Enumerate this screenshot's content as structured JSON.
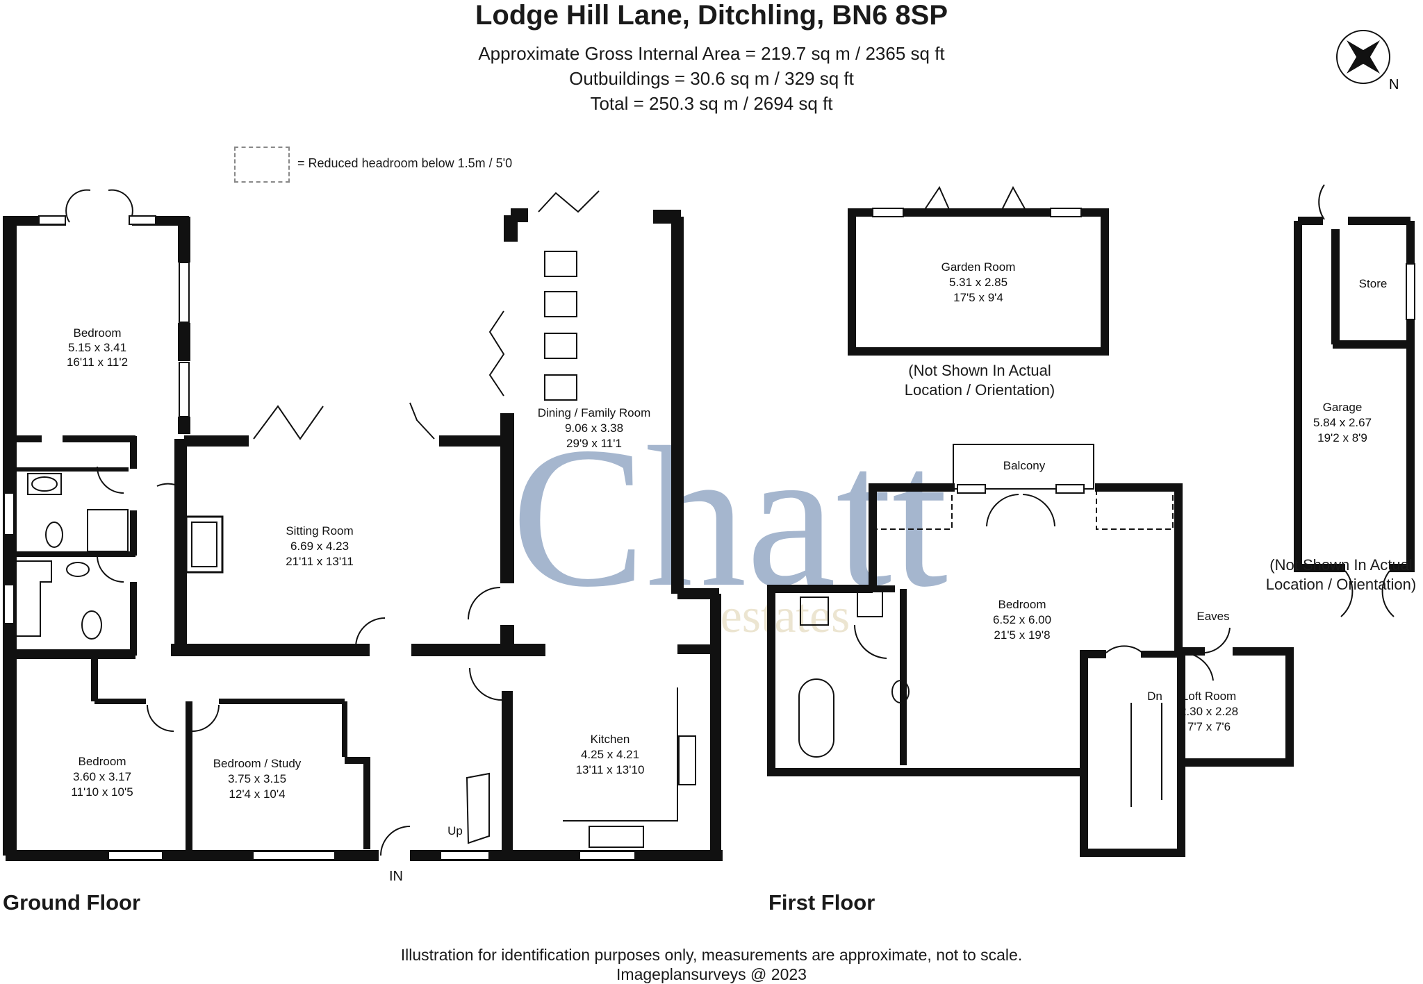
{
  "header": {
    "title": "Lodge Hill Lane, Ditchling, BN6 8SP",
    "area_lines": [
      "Approximate Gross Internal Area = 219.7 sq m / 2365 sq ft",
      "Outbuildings = 30.6 sq m / 329 sq ft",
      "Total = 250.3 sq m / 2694 sq ft"
    ]
  },
  "legend": {
    "text": "= Reduced headroom below 1.5m / 5'0"
  },
  "compass": {
    "label": "N"
  },
  "watermark": {
    "text": "Chatt",
    "subtext": "estates",
    "color": "#5b7aa6"
  },
  "floors": {
    "ground": "Ground Floor",
    "first": "First Floor"
  },
  "rooms": [
    {
      "name": "Bedroom",
      "metric": "5.15 x 3.41",
      "imperial": "16'11 x 11'2"
    },
    {
      "name": "Sitting Room",
      "metric": "6.69 x 4.23",
      "imperial": "21'11 x 13'11"
    },
    {
      "name": "Dining / Family Room",
      "metric": "9.06 x 3.38",
      "imperial": "29'9 x 11'1"
    },
    {
      "name": "Bedroom",
      "metric": "3.60 x 3.17",
      "imperial": "11'10 x 10'5"
    },
    {
      "name": "Bedroom / Study",
      "metric": "3.75 x 3.15",
      "imperial": "12'4 x 10'4"
    },
    {
      "name": "Kitchen",
      "metric": "4.25 x 4.21",
      "imperial": "13'11 x 13'10"
    },
    {
      "name": "Garden Room",
      "metric": "5.31 x 2.85",
      "imperial": "17'5 x 9'4"
    },
    {
      "name": "Garage",
      "metric": "5.84 x 2.67",
      "imperial": "19'2 x 8'9"
    },
    {
      "name": "Store"
    },
    {
      "name": "Balcony"
    },
    {
      "name": "Bedroom",
      "metric": "6.52 x 6.00",
      "imperial": "21'5 x 19'8"
    },
    {
      "name": "Eaves"
    },
    {
      "name": "Loft Room",
      "metric": "2.30 x 2.28",
      "imperial": "7'7 x 7'6"
    }
  ],
  "markers": {
    "up": "Up",
    "down": "Dn",
    "entrance": "IN"
  },
  "notes": {
    "not_shown": "(Not Shown In Actual Location / Orientation)"
  },
  "footer": {
    "disclaimer": "Illustration for identification purposes only, measurements are approximate, not to scale.",
    "credit": "Imageplansurveys @ 2023"
  }
}
